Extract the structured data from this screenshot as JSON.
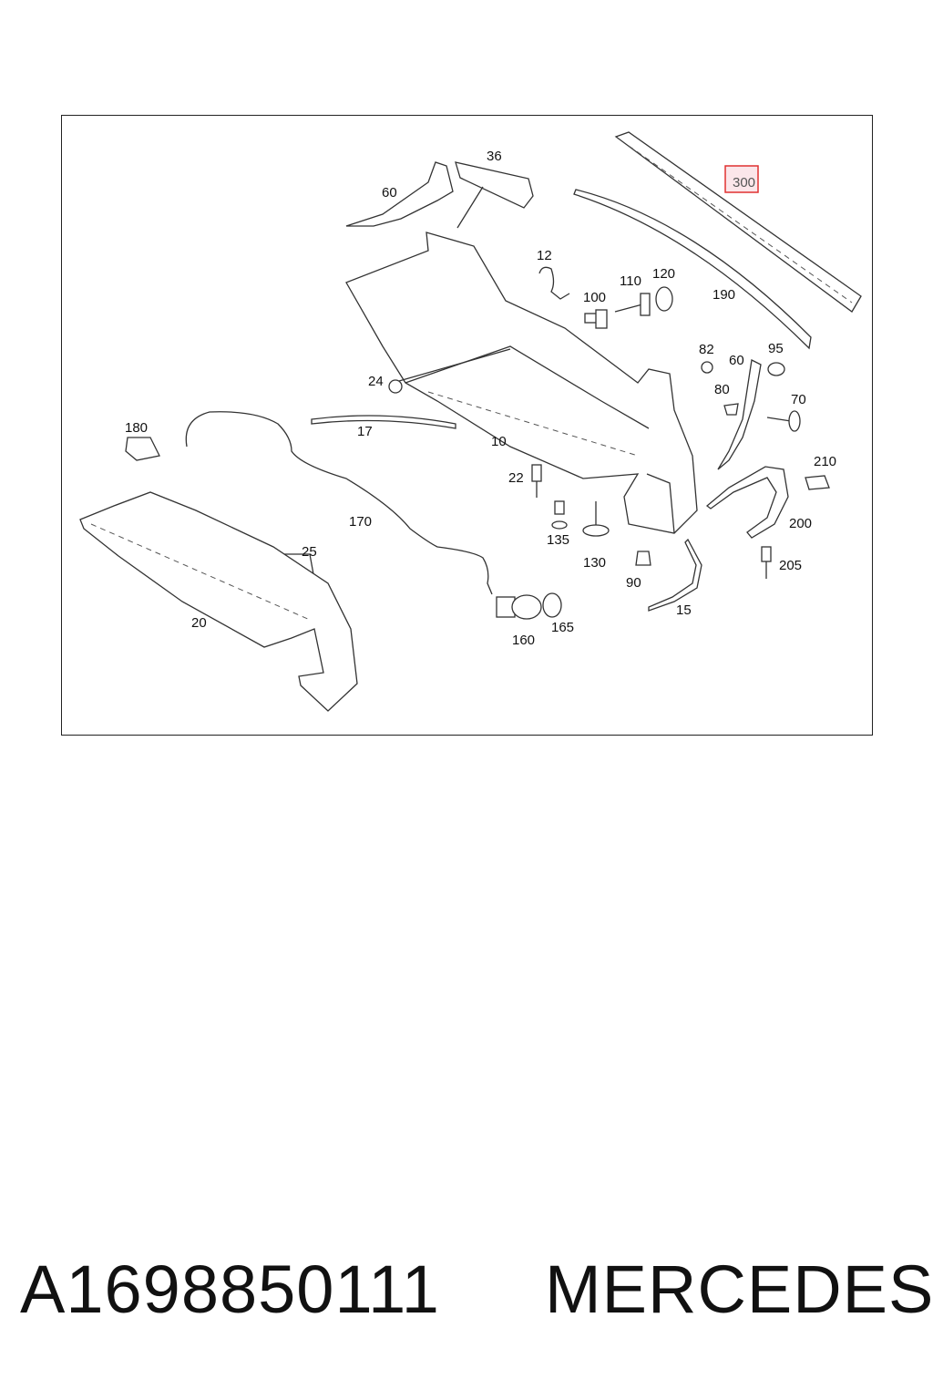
{
  "diagram": {
    "callouts": {
      "c36": "36",
      "c60a": "60",
      "c12": "12",
      "c110": "110",
      "c120": "120",
      "c100": "100",
      "c190": "190",
      "c300": "300",
      "c82": "82",
      "c60b": "60",
      "c95": "95",
      "c80": "80",
      "c70": "70",
      "c24": "24",
      "c180": "180",
      "c17": "17",
      "c10": "10",
      "c210": "210",
      "c22": "22",
      "c200": "200",
      "c170": "170",
      "c135": "135",
      "c130": "130",
      "c25": "25",
      "c205": "205",
      "c90": "90",
      "c15": "15",
      "c165": "165",
      "c160": "160",
      "c20": "20"
    },
    "highlighted_callout": "300",
    "highlight_color": "#e03030"
  },
  "footer": {
    "part_number": "A1698850111",
    "brand": "MERCEDES"
  }
}
